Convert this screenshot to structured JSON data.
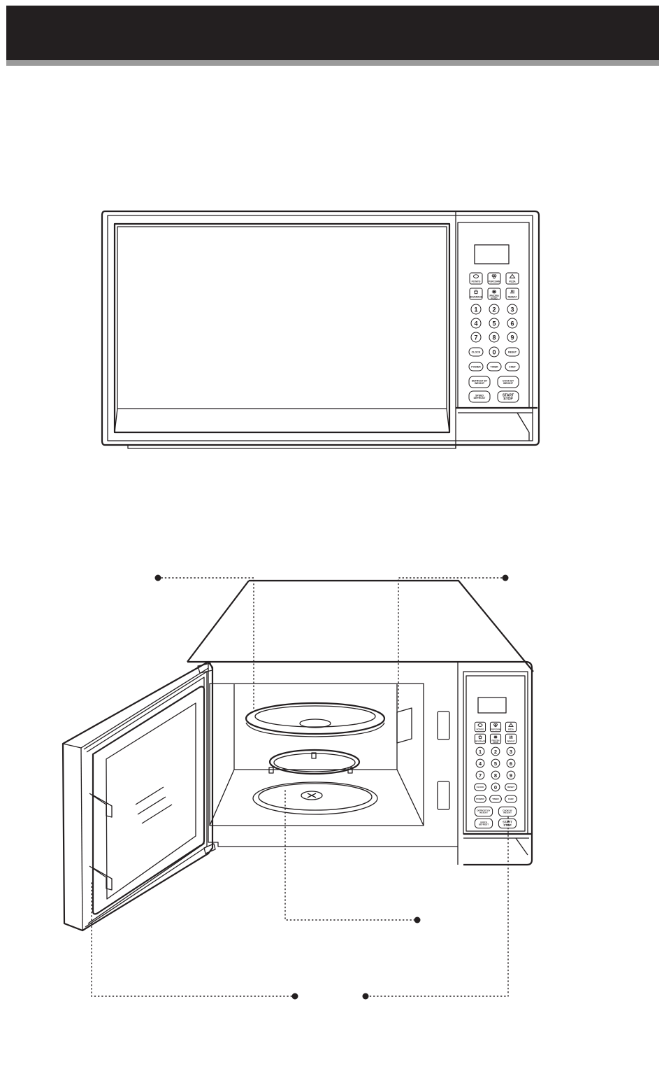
{
  "front_keypad": {
    "presets": [
      [
        "POTATO",
        "POPCORN",
        "PIZZA"
      ],
      [
        "BEVERAGE",
        "FROZEN FOOD",
        "REHEAT"
      ]
    ],
    "digits": [
      [
        "1",
        "2",
        "3"
      ],
      [
        "4",
        "5",
        "6"
      ],
      [
        "7",
        "8",
        "9"
      ]
    ],
    "row_clock": [
      "CLOCK",
      "0",
      "RESET"
    ],
    "row_power": [
      "POWER",
      "TIMER",
      "CHEF"
    ],
    "wide_keys": [
      "DEFROST BY WEIGHT",
      "COOK BY WEIGHT",
      "SPEED DEFROST",
      "START STOP"
    ]
  },
  "open_keypad": {
    "presets": [
      [
        "POTATO",
        "POPCORN",
        "PIZZA"
      ],
      [
        "BEVERAGE",
        "FROZEN FOOD",
        "REHEAT"
      ]
    ],
    "digits": [
      [
        "1",
        "2",
        "3"
      ],
      [
        "4",
        "5",
        "6"
      ],
      [
        "7",
        "8",
        "9"
      ]
    ],
    "row_clock": [
      "CLOCK",
      "0",
      "RESET"
    ],
    "row_power": [
      "POWER",
      "TIMER",
      "CHEF"
    ],
    "wide_keys": [
      "DEFROST BY WEIGHT",
      "COOK BY WEIGHT",
      "SPEED DEFROST",
      "START STOP"
    ]
  },
  "icons": [
    "potato-icon",
    "popcorn-icon",
    "pizza-icon",
    "beverage-icon",
    "frozen-food-icon",
    "reheat-icon"
  ]
}
